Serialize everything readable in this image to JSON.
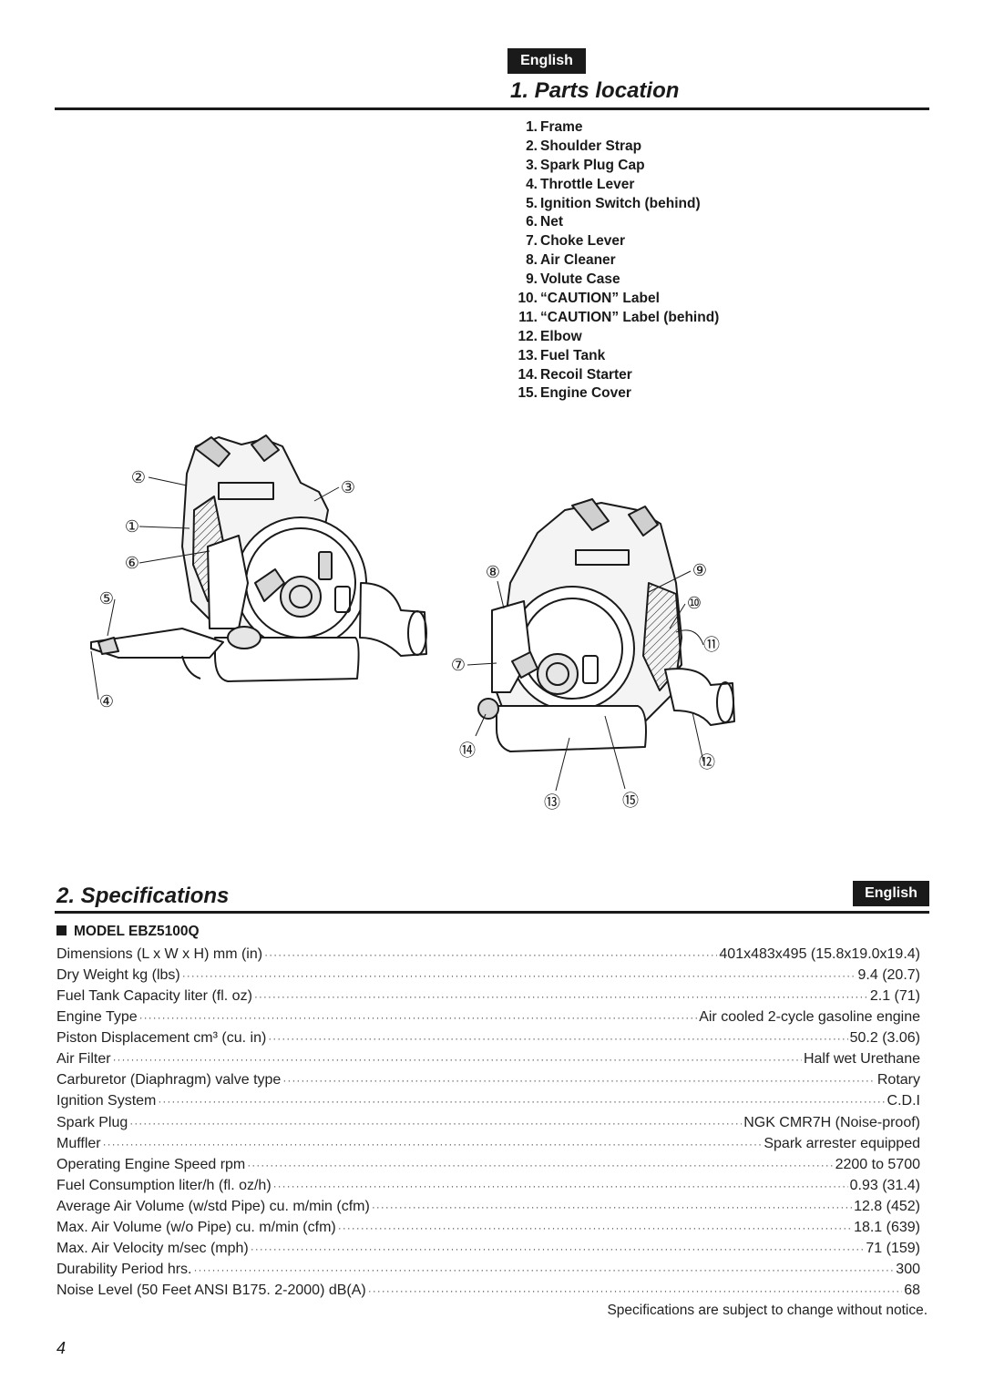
{
  "header": {
    "language_badge": "English",
    "section_title": "1. Parts location"
  },
  "parts": [
    {
      "num": "1.",
      "name": "Frame"
    },
    {
      "num": "2.",
      "name": "Shoulder Strap"
    },
    {
      "num": "3.",
      "name": "Spark Plug Cap"
    },
    {
      "num": "4.",
      "name": "Throttle Lever"
    },
    {
      "num": "5.",
      "name": "Ignition Switch (behind)"
    },
    {
      "num": "6.",
      "name": "Net"
    },
    {
      "num": "7.",
      "name": "Choke Lever"
    },
    {
      "num": "8.",
      "name": "Air Cleaner"
    },
    {
      "num": "9.",
      "name": "Volute Case"
    },
    {
      "num": "10.",
      "name": "“CAUTION” Label"
    },
    {
      "num": "11.",
      "name": "“CAUTION” Label (behind)"
    },
    {
      "num": "12.",
      "name": "Elbow"
    },
    {
      "num": "13.",
      "name": "Fuel Tank"
    },
    {
      "num": "14.",
      "name": "Recoil Starter"
    },
    {
      "num": "15.",
      "name": "Engine Cover"
    }
  ],
  "figure_callouts": {
    "left": [
      "②",
      "③",
      "①",
      "⑥",
      "⑤",
      "④"
    ],
    "right": [
      "⑧",
      "⑨",
      "⑩",
      "⑪",
      "⑦",
      "⑭",
      "⑫",
      "⑬",
      "⑮"
    ]
  },
  "specifications": {
    "section_title": "2. Specifications",
    "language_badge": "English",
    "model_line": "MODEL  EBZ5100Q",
    "rows": [
      {
        "label": "Dimensions (L x W x H)  mm (in)",
        "value": "401x483x495 (15.8x19.0x19.4)"
      },
      {
        "label": "Dry Weight  kg (lbs)",
        "value": "9.4 (20.7)"
      },
      {
        "label": "Fuel Tank Capacity  liter (fl. oz)",
        "value": "2.1 (71)"
      },
      {
        "label": "Engine Type",
        "value": "Air cooled 2-cycle gasoline engine"
      },
      {
        "label": "Piston Displacement  cm³ (cu. in)",
        "value": "50.2 (3.06)"
      },
      {
        "label": "Air Filter",
        "value": "Half wet Urethane"
      },
      {
        "label": "Carburetor (Diaphragm)  valve type",
        "value": "Rotary"
      },
      {
        "label": "Ignition System",
        "value": "C.D.I"
      },
      {
        "label": "Spark Plug",
        "value": "NGK CMR7H (Noise-proof)"
      },
      {
        "label": "Muffler",
        "value": "Spark arrester equipped"
      },
      {
        "label": "Operating Engine Speed  rpm",
        "value": "2200 to 5700"
      },
      {
        "label": "Fuel Consumption  liter/h (fl. oz/h)",
        "value": "0.93 (31.4)"
      },
      {
        "label": "Average Air Volume (w/std Pipe)  cu. m/min (cfm)",
        "value": "12.8 (452)"
      },
      {
        "label": "Max. Air Volume (w/o Pipe)  cu. m/min (cfm)",
        "value": "18.1 (639)"
      },
      {
        "label": "Max. Air Velocity  m/sec (mph)",
        "value": "71 (159)"
      },
      {
        "label": "Durability Period  hrs.",
        "value": "300"
      },
      {
        "label": "Noise Level (50 Feet ANSI B175. 2-2000) dB(A)",
        "value": "68"
      }
    ],
    "note": "Specifications are subject to change without notice."
  },
  "page_number": "4"
}
